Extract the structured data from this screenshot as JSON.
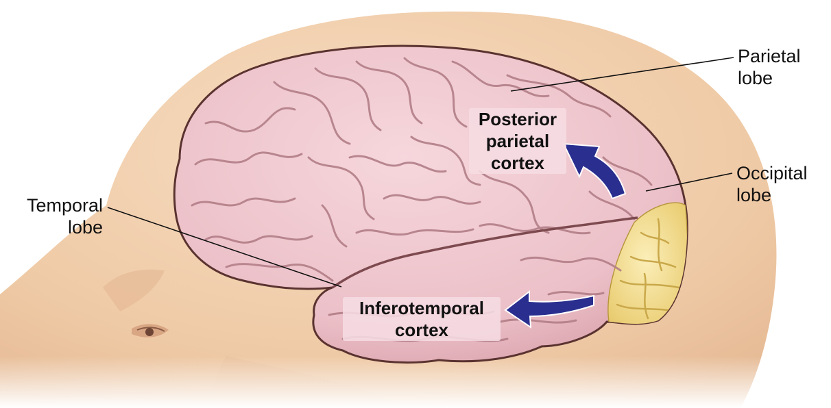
{
  "labels": {
    "parietal_lobe": [
      "Parietal",
      "lobe"
    ],
    "occipital_lobe": [
      "Occipital",
      "lobe"
    ],
    "temporal_lobe": [
      "Temporal",
      "lobe"
    ],
    "posterior_parietal_cortex": [
      "Posterior",
      "parietal",
      "cortex"
    ],
    "inferotemporal_cortex": [
      "Inferotemporal",
      "cortex"
    ]
  },
  "colors": {
    "head": "#f1cfae",
    "brain": "#eec6cd",
    "brain_outline": "#5a3330",
    "sulcus": "#b27e87",
    "occipital_highlight": "#f0d98a",
    "arrow": "#2a2e8f"
  }
}
